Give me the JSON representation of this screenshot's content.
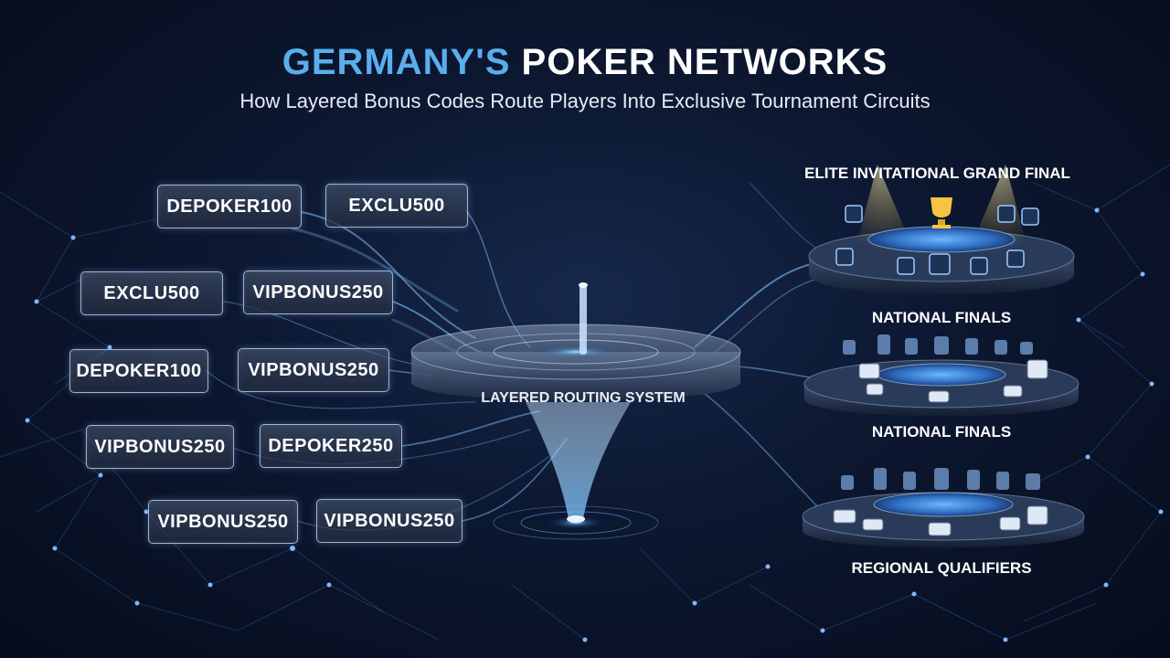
{
  "header": {
    "title_accent": "GERMANY'S",
    "title_rest": " POKER NETWORKS",
    "subtitle": "How Layered Bonus Codes Route Players Into Exclusive Tournament Circuits"
  },
  "codes": [
    "DEPOKER100",
    "EXCLU500",
    "EXCLU500",
    "VIPBONUS250",
    "DEPOKER100",
    "VIPBONUS250",
    "VIPBONUS250",
    "DEPOKER250",
    "VIPBONUS250",
    "VIPBONUS250"
  ],
  "funnel": {
    "label": "LAYERED ROUTING SYSTEM"
  },
  "tiers": [
    "ELITE INVITATIONAL GRAND FINAL",
    "NATIONAL FINALS",
    "NATIONAL FINALS",
    "REGIONAL QUALIFIERS"
  ],
  "colors": {
    "accent": "#5aaeee",
    "glow": "#8fd0ff",
    "gold": "#f5c542",
    "background": "#0b1530"
  }
}
